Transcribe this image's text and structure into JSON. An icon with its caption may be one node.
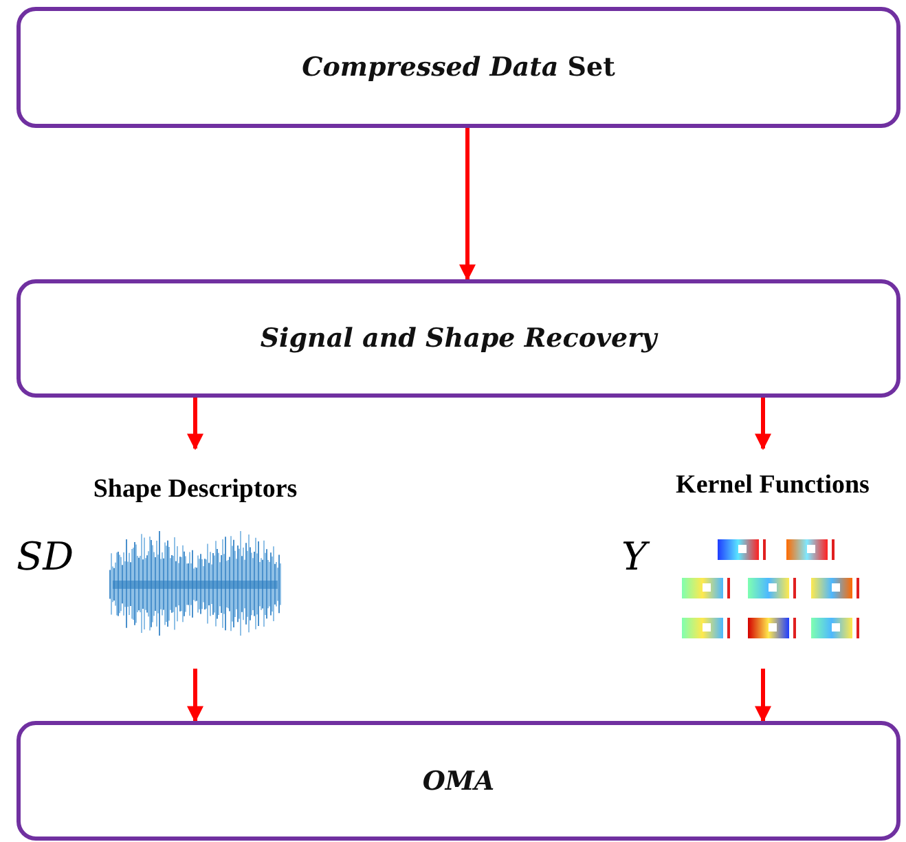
{
  "diagram": {
    "nodes": [
      {
        "text": [
          "*Compressed Data* Set"
        ]
      },
      {
        "text": [
          "Signal and Shape Recovery"
        ]
      },
      {
        "text": [
          "Shape Descriptors",
          "SD"
        ]
      },
      {
        "text": [
          "Kernel Functions",
          "Y"
        ]
      },
      {
        "text": [
          "OMA"
        ]
      }
    ],
    "edges": [
      {
        "from": 0,
        "to": 1,
        "arrow": "to"
      },
      {
        "from": 1,
        "to": 2,
        "arrow": "to"
      },
      {
        "from": 1,
        "to": 3,
        "arrow": "to"
      },
      {
        "from": 2,
        "to": 4,
        "arrow": "to"
      },
      {
        "from": 3,
        "to": 4,
        "arrow": "to"
      }
    ]
  }
}
